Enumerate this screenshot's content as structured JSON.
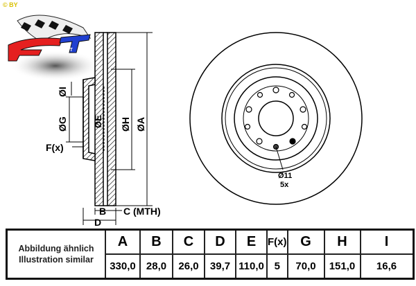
{
  "logo": {
    "copyright": "© BY",
    "brand": "FTT"
  },
  "drawing": {
    "labels": {
      "I": "ØI",
      "G": "ØG",
      "E": "ØE",
      "H": "ØH",
      "A": "ØA",
      "F": "F(x)",
      "B": "B",
      "C": "C (MTH)",
      "D": "D",
      "bolt_dia": "Ø11",
      "bolt_count": "5x"
    }
  },
  "table": {
    "caption_de": "Abbildung ähnlich",
    "caption_en": "Illustration similar",
    "headers": [
      "A",
      "B",
      "C",
      "D",
      "E",
      "F(x)",
      "G",
      "H",
      "I"
    ],
    "values": [
      "330,0",
      "28,0",
      "26,0",
      "39,7",
      "110,0",
      "5",
      "70,0",
      "151,0",
      "16,6"
    ]
  }
}
